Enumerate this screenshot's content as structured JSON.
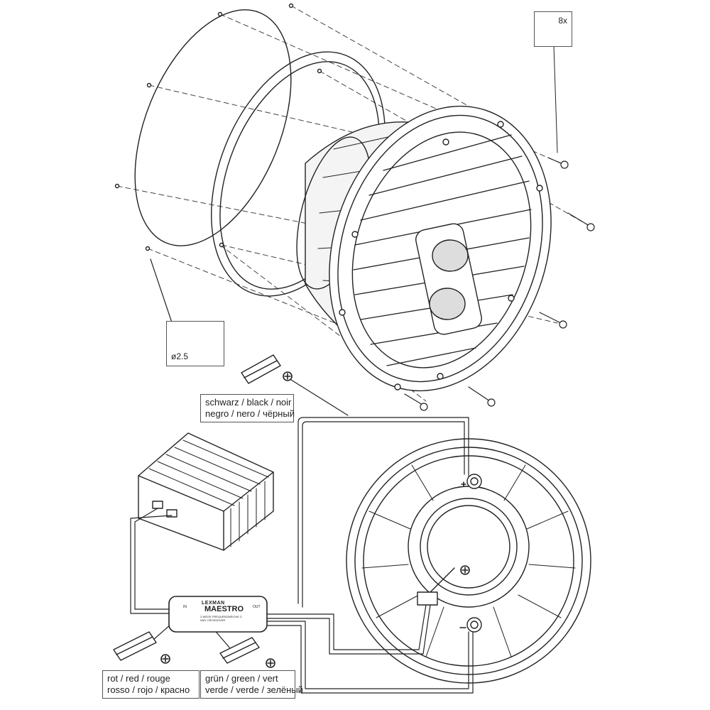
{
  "hardware": {
    "screw_count": "8x",
    "drill_size": "ø2.5"
  },
  "wire_labels": {
    "black": {
      "line1": "schwarz / black / noir",
      "line2": "negro / nero / чёрный"
    },
    "red": {
      "line1": "rot / red / rouge",
      "line2": "rosso / rojo / красно"
    },
    "green": {
      "line1": "grün / green / vert",
      "line2": "verde / verde / зелёный"
    }
  },
  "polarity": {
    "plus": "+",
    "minus": "−"
  },
  "crossover": {
    "brand_small": "LEXMAN",
    "brand_large": "MAESTRO",
    "subtitle": "2-WEGE FREQUENZWEICHE 2-WAY CROSSOVER",
    "in_label": "IN",
    "out_label": "OUT"
  },
  "colors": {
    "line": "#222222",
    "background": "#ffffff"
  },
  "icons": [
    "screw-icon",
    "drill-icon",
    "plus-icon",
    "minus-icon"
  ]
}
